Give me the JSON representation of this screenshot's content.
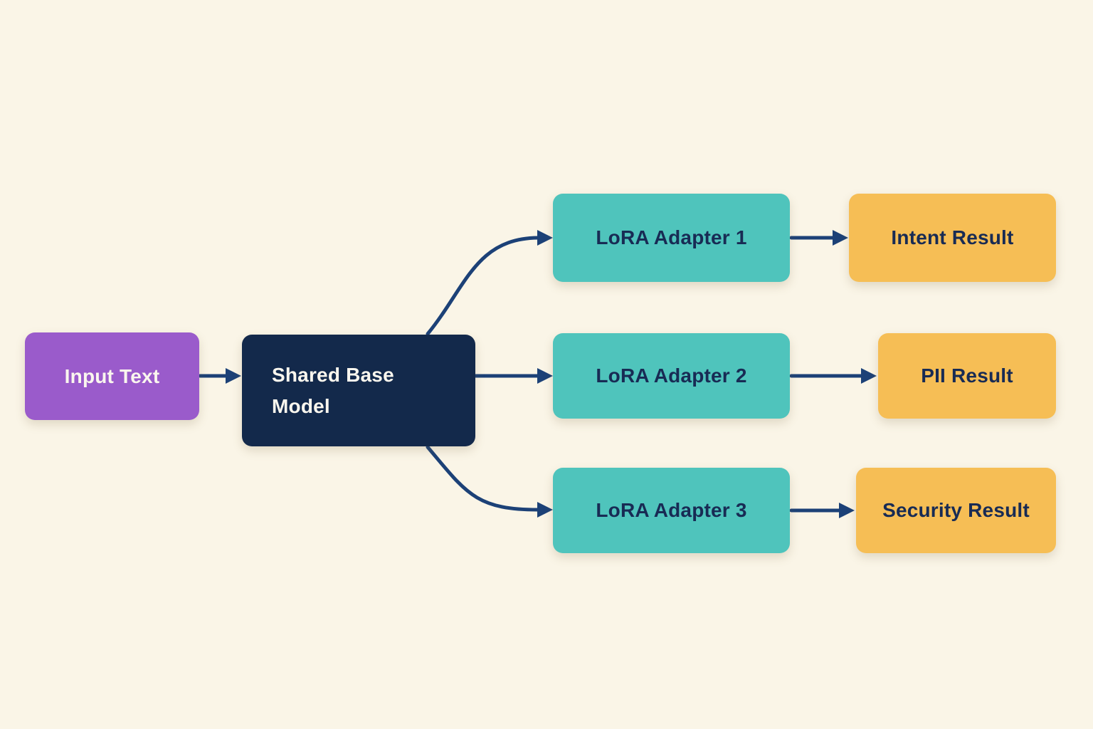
{
  "colors": {
    "background": "#FAF5E7",
    "arrow": "#1C4177",
    "node_purple": "#9A5BCB",
    "node_navy": "#13294B",
    "node_teal": "#4FC4BC",
    "node_yellow": "#F6BE55",
    "text_light": "#FAF6EE",
    "text_dark": "#182B54"
  },
  "nodes": {
    "input": {
      "label": "Input Text"
    },
    "base": {
      "label": "Shared Base Model"
    },
    "lora1": {
      "label": "LoRA Adapter 1"
    },
    "lora2": {
      "label": "LoRA Adapter 2"
    },
    "lora3": {
      "label": "LoRA Adapter 3"
    },
    "intent": {
      "label": "Intent Result"
    },
    "pii": {
      "label": "PII Result"
    },
    "security": {
      "label": "Security Result"
    }
  },
  "edges": [
    {
      "from": "input",
      "to": "base"
    },
    {
      "from": "base",
      "to": "lora1"
    },
    {
      "from": "base",
      "to": "lora2"
    },
    {
      "from": "base",
      "to": "lora3"
    },
    {
      "from": "lora1",
      "to": "intent"
    },
    {
      "from": "lora2",
      "to": "pii"
    },
    {
      "from": "lora3",
      "to": "security"
    }
  ]
}
